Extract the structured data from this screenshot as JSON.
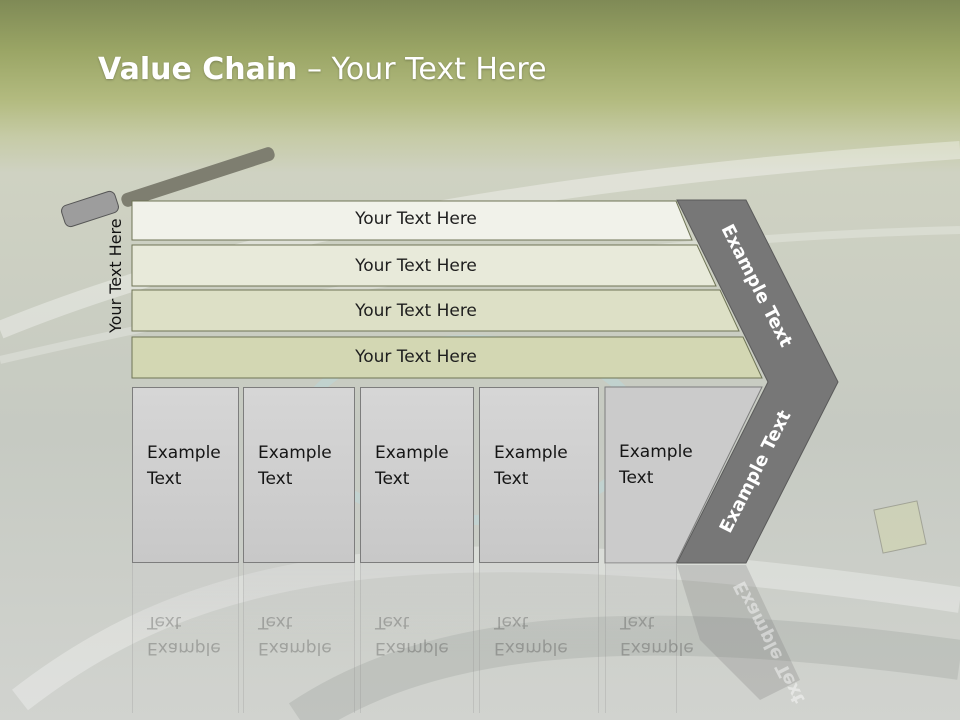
{
  "slide": {
    "title_bold": "Value Chain",
    "title_rest": " – Your Text Here",
    "side_label": "Your Text Here"
  },
  "rows": [
    {
      "label": "Your Text Here"
    },
    {
      "label": "Your Text Here"
    },
    {
      "label": "Your Text Here"
    },
    {
      "label": "Your Text Here"
    }
  ],
  "boxes": [
    {
      "line1": "Example",
      "line2": "Text"
    },
    {
      "line1": "Example",
      "line2": "Text"
    },
    {
      "line1": "Example",
      "line2": "Text"
    },
    {
      "line1": "Example",
      "line2": "Text"
    },
    {
      "line1": "Example",
      "line2": "Text"
    }
  ],
  "chevron": {
    "upper_label": "Example Text",
    "lower_label": "Example Text"
  },
  "colors": {
    "row1": "#f1f2ea",
    "row2": "#e8eada",
    "row3": "#dde0c6",
    "row4": "#d3d7b3",
    "chevron": "#777777",
    "box": "#cbcbcb"
  }
}
